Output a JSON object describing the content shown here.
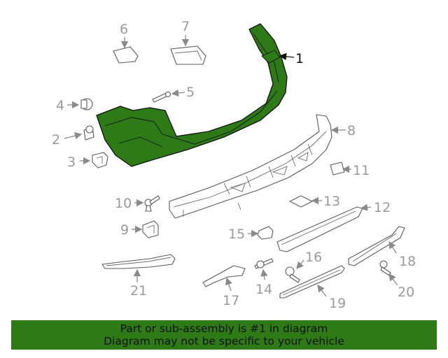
{
  "callouts": {
    "c1": "1",
    "c2": "2",
    "c3": "3",
    "c4": "4",
    "c5": "5",
    "c6": "6",
    "c7": "7",
    "c8": "8",
    "c9": "9",
    "c10": "10",
    "c11": "11",
    "c12": "12",
    "c13": "13",
    "c14": "14",
    "c15": "15",
    "c16": "16",
    "c17": "17",
    "c18": "18",
    "c19": "19",
    "c20": "20",
    "c21": "21"
  },
  "highlight_color": "#2d7a16",
  "banner": {
    "line1": "Part or sub-assembly is #1 in diagram",
    "line2": "Diagram may not be specific to your vehicle"
  }
}
